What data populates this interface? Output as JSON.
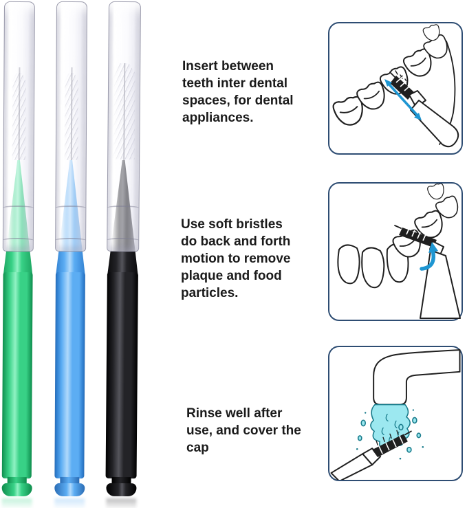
{
  "product": {
    "name": "interdental-brushes",
    "brushes": [
      {
        "id": "green-brush",
        "body": "#38d186",
        "edge": "#1ba25f",
        "highlight": "#90f2c3",
        "deep": "#0e8c4c"
      },
      {
        "id": "blue-brush",
        "body": "#5cadf3",
        "edge": "#2f7fd0",
        "highlight": "#b0d9fb",
        "deep": "#2a6cb5"
      },
      {
        "id": "black-brush",
        "body": "#232327",
        "edge": "#0a0a0c",
        "highlight": "#55555c",
        "deep": "#000000"
      }
    ]
  },
  "instructions": [
    {
      "text": "Insert between\nteeth inter dental\nspaces, for dental\nappliances."
    },
    {
      "text": "Use soft bristles\ndo back and forth\nmotion to remove\nplaque and food\nparticles."
    },
    {
      "text": "Rinse well after\nuse, and cover the\ncap"
    }
  ],
  "illustrations": [
    {
      "name": "insert-between-teeth"
    },
    {
      "name": "back-and-forth-motion"
    },
    {
      "name": "rinse-under-water"
    }
  ],
  "colors": {
    "background": "#ffffff",
    "text": "#1a1a1a",
    "panel_border": "#2e4d73",
    "line_art": "#1f1f1f",
    "arrow_blue": "#1e96d2",
    "water_fill": "#9ce8f0",
    "water_outline": "#1a7c8c"
  }
}
